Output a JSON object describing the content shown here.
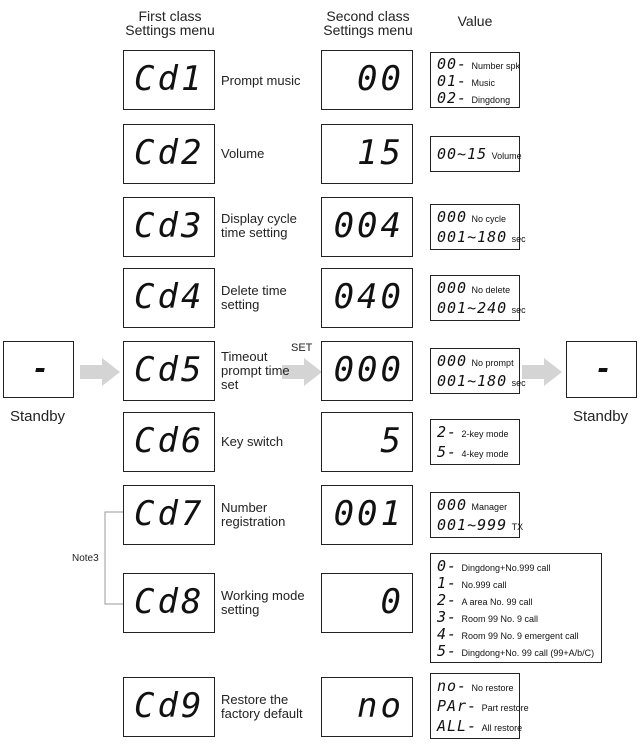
{
  "headers": {
    "first_line1": "First class",
    "first_line2": "Settings menu",
    "second_line1": "Second class",
    "second_line2": "Settings menu",
    "value": "Value"
  },
  "standby": {
    "display": "-",
    "label_left": "Standby",
    "label_right": "Standby"
  },
  "set_label": "SET",
  "note_label": "Note3",
  "rows": [
    {
      "code": "Cd1",
      "label": [
        "Prompt music"
      ],
      "second": "00",
      "values": [
        {
          "code": "00-",
          "text": "Number  spk"
        },
        {
          "code": "01-",
          "text": "Music"
        },
        {
          "code": "02-",
          "text": "Dingdong"
        }
      ]
    },
    {
      "code": "Cd2",
      "label": [
        "Volume"
      ],
      "second": "15",
      "values": [
        {
          "code": "00~15",
          "text": "Volume"
        }
      ]
    },
    {
      "code": "Cd3",
      "label": [
        "Display cycle",
        "time setting"
      ],
      "second": "004",
      "values": [
        {
          "code": "000",
          "text": "No cycle"
        },
        {
          "code": "001~180",
          "text": "sec"
        }
      ]
    },
    {
      "code": "Cd4",
      "label": [
        "Delete time",
        "setting"
      ],
      "second": "040",
      "values": [
        {
          "code": "000",
          "text": "No delete"
        },
        {
          "code": "001~240",
          "text": "sec"
        }
      ]
    },
    {
      "code": "Cd5",
      "label": [
        "Timeout",
        "prompt time",
        "set"
      ],
      "second": "000",
      "values": [
        {
          "code": "000",
          "text": "No prompt"
        },
        {
          "code": "001~180",
          "text": "sec"
        }
      ]
    },
    {
      "code": "Cd6",
      "label": [
        "Key switch"
      ],
      "second": "5",
      "values": [
        {
          "code": "2-",
          "text": "2-key  mode"
        },
        {
          "code": "5-",
          "text": "4-key mode"
        }
      ]
    },
    {
      "code": "Cd7",
      "label": [
        "Number",
        "registration"
      ],
      "second": "001",
      "values": [
        {
          "code": "000",
          "text": "Manager"
        },
        {
          "code": "001~999",
          "text": "TX"
        }
      ]
    },
    {
      "code": "Cd8",
      "label": [
        "Working mode",
        "setting"
      ],
      "second": "0",
      "values": [
        {
          "code": "0-",
          "text": "Dingdong+No.999          call"
        },
        {
          "code": "1-",
          "text": "No.999   call"
        },
        {
          "code": "2-",
          "text": "A area  No.  99  call"
        },
        {
          "code": "3-",
          "text": "Room     99   No.   9  call"
        },
        {
          "code": "4-",
          "text": "Room     99   No.  9  emergent        call"
        },
        {
          "code": "5-",
          "text": "Dingdong+No.          99   call   (99+A/b/C)"
        }
      ]
    },
    {
      "code": "Cd9",
      "label": [
        "Restore the",
        "factory default"
      ],
      "second": "no",
      "values": [
        {
          "code": "no-",
          "text": "No restore"
        },
        {
          "code": "PAr-",
          "text": "Part  restore"
        },
        {
          "code": "ALL-",
          "text": "All restore"
        }
      ]
    }
  ]
}
